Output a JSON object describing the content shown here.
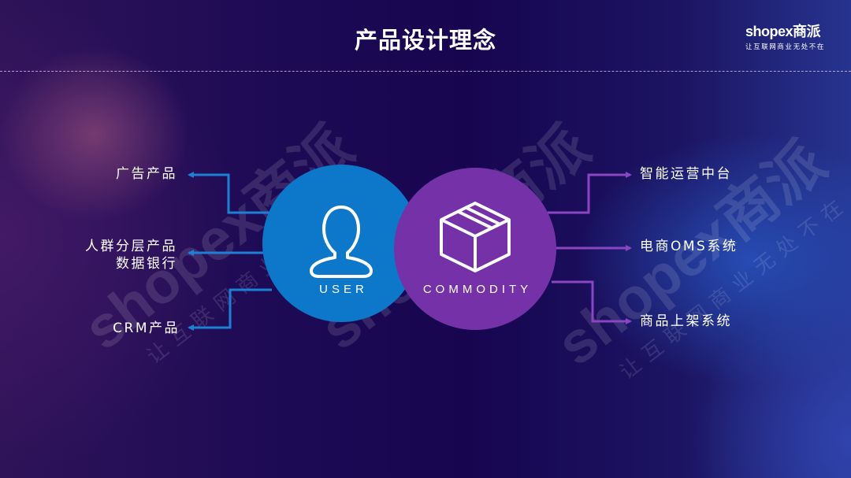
{
  "slide": {
    "title": "产品设计理念"
  },
  "logo": {
    "brand": "shopex商派",
    "slogan": "让互联网商业无处不在"
  },
  "watermark": {
    "brand": "shopex商派",
    "slogan": "让互联网商业无处不在"
  },
  "colors": {
    "user_circle": "#0d78c9",
    "commodity_circle": "#7532a8",
    "left_arrows": "#1e7fd6",
    "right_arrows": "#8a45c2",
    "background": "#1a0b52"
  },
  "center": {
    "user": {
      "label": "USER",
      "icon": "user-icon"
    },
    "commodity": {
      "label": "COMMODITY",
      "icon": "box-icon"
    }
  },
  "left_items": [
    {
      "label": "广告产品"
    },
    {
      "label": "人群分层产品",
      "label2": "数据银行"
    },
    {
      "label": "CRM产品"
    }
  ],
  "right_items": [
    {
      "label": "智能运营中台"
    },
    {
      "label": "电商OMS系统"
    },
    {
      "label": "商品上架系统"
    }
  ]
}
